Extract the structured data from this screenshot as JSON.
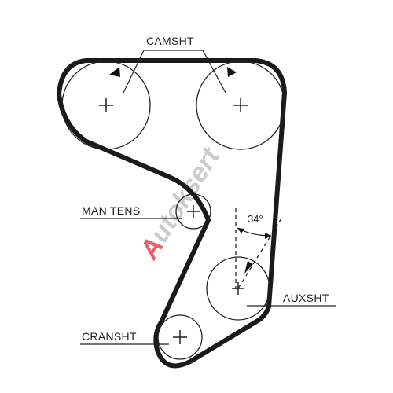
{
  "labels": {
    "camshaft": "CAMSHT",
    "man_tensioner": "MAN TENS",
    "auxiliary_shaft": "AUXSHT",
    "crankshaft": "CRANSHT",
    "angle": "34°"
  },
  "watermark": {
    "text_first": "A",
    "text_rest": "utoksert",
    "color_first": "#e0303a",
    "color_rest": "#bbbbbb"
  },
  "colors": {
    "belt": "#1a1a1a",
    "lines": "#222222"
  }
}
